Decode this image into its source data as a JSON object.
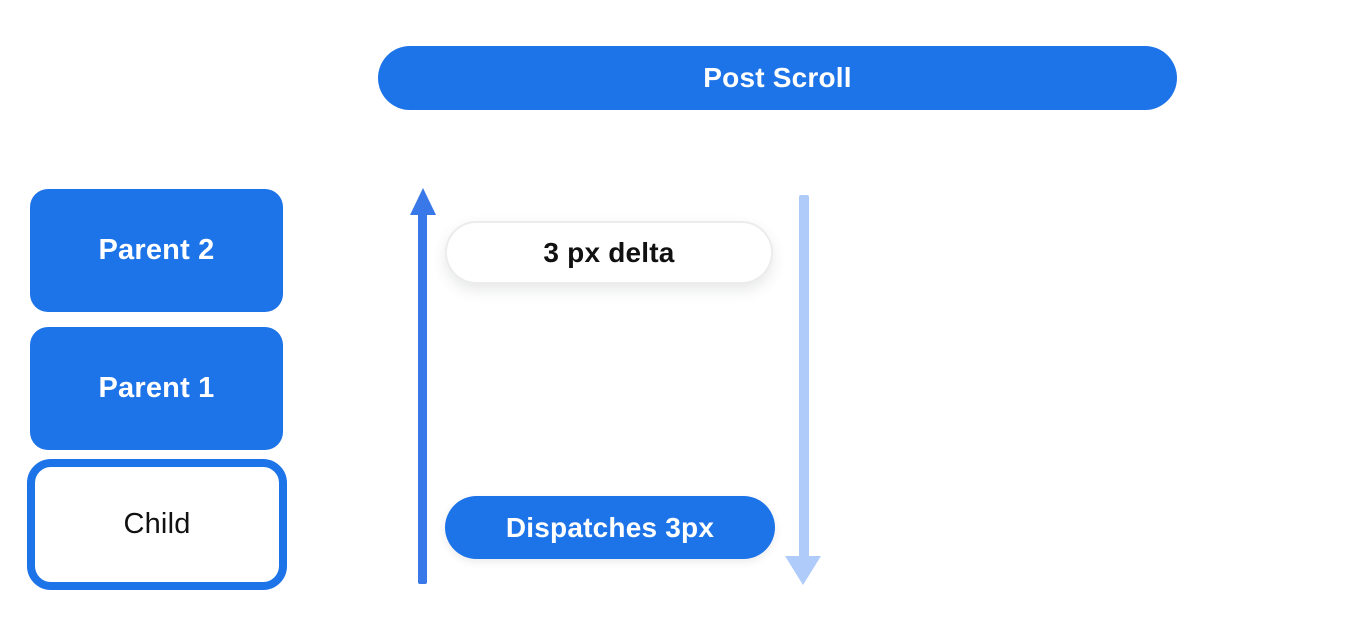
{
  "colors": {
    "primary_blue": "#1d73e8",
    "up_arrow_blue": "#3878e8",
    "down_arrow_blue": "#aecbfa",
    "text_dark": "#111111",
    "white": "#ffffff",
    "pill_border": "#ececec"
  },
  "banner": {
    "label": "Post Scroll"
  },
  "nodes": {
    "parent2": {
      "label": "Parent 2"
    },
    "parent1": {
      "label": "Parent 1"
    },
    "child": {
      "label": "Child"
    }
  },
  "flow": {
    "delta_pill": {
      "label": "3 px delta"
    },
    "dispatch_pill": {
      "label": "Dispatches 3px"
    },
    "icons": {
      "up_arrow": "up-arrow",
      "down_arrow": "down-arrow"
    }
  }
}
